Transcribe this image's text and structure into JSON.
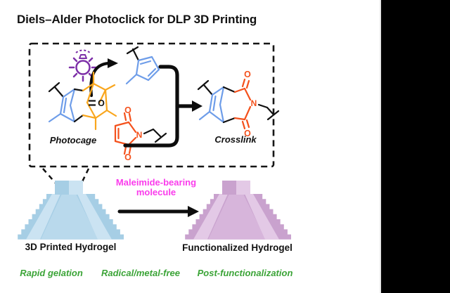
{
  "title": "Diels–Alder Photoclick for DLP 3D Printing",
  "scheme": {
    "photocage_label": "Photocage",
    "crosslink_label": "Crosslink",
    "atoms": {
      "O": "O",
      "N": "N"
    }
  },
  "workflow": {
    "arrow_label": [
      "Maleimide-bearing",
      "molecule"
    ],
    "start_label": "3D Printed Hydrogel",
    "end_label": "Functionalized Hydrogel"
  },
  "highlights": [
    "Rapid gelation",
    "Radical/metal-free",
    "Post-functionalization"
  ],
  "colors": {
    "chem-blue": "#6E9DE9",
    "chem-amber": "#F9A61D",
    "chem-orange": "#F4511C",
    "lamp-purple": "#7D2FA8",
    "magenta": "#FA3CEC",
    "green": "#3BA437",
    "pyr-blue-body": "#A6CEE5",
    "pyr-blue-band": "#B9D9EC",
    "pyr-blue-stripe": "#CBE3F2",
    "pyr-purple-body": "#C9A2CE",
    "pyr-purple-band": "#D7B5DB",
    "pyr-purple-stripe": "#E3C9E6"
  }
}
